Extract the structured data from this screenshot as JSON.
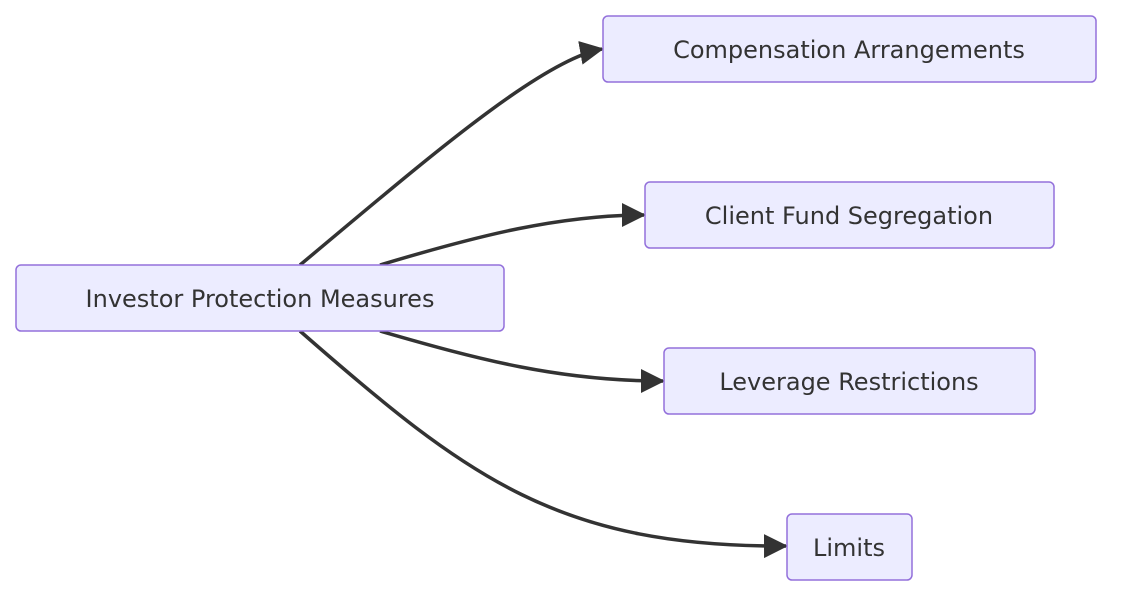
{
  "nodes": {
    "root": "Investor Protection Measures",
    "n1": "Compensation Arrangements",
    "n2": "Client Fund Segregation",
    "n3": "Leverage Restrictions",
    "n4": "Limits"
  }
}
